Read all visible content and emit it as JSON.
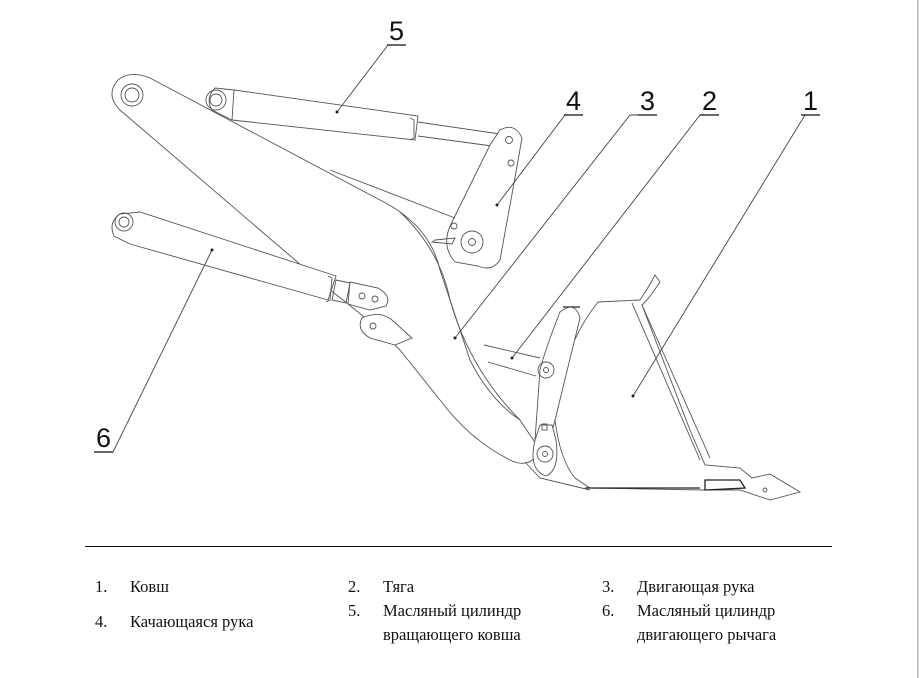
{
  "diagram": {
    "title": "",
    "callouts": [
      {
        "id": "1",
        "text": "1"
      },
      {
        "id": "2",
        "text": "2"
      },
      {
        "id": "3",
        "text": "3"
      },
      {
        "id": "4",
        "text": "4"
      },
      {
        "id": "5",
        "text": "5"
      },
      {
        "id": "6",
        "text": "6"
      }
    ]
  },
  "legend": {
    "items": [
      {
        "number": "1.",
        "label": "Ковш"
      },
      {
        "number": "2.",
        "label": "Тяга"
      },
      {
        "number": "3.",
        "label": "Двигающая рука"
      },
      {
        "number": "4.",
        "label": "Качающаяся рука"
      },
      {
        "number": "5.",
        "label": "Масляный цилиндр",
        "label_line2": "вращающего ковша"
      },
      {
        "number": "6.",
        "label": "Масляный цилиндр",
        "label_line2": "двигающего рычага"
      }
    ]
  }
}
